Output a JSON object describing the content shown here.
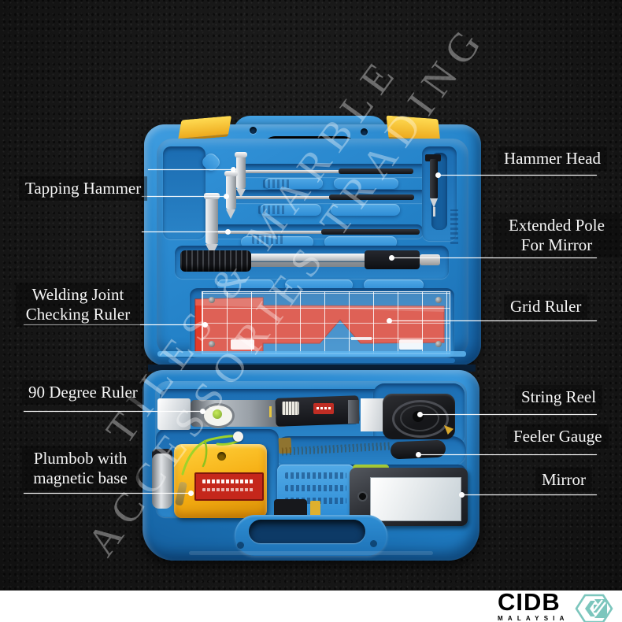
{
  "background": {
    "color": "#161616",
    "bottom_strip_color": "#ffffff"
  },
  "watermark": {
    "line1": "TILES & MARBLE",
    "line2": "ACCESSORIES TRADING",
    "color": "rgba(255,255,255,0.36)"
  },
  "callouts": {
    "tapping_hammer": {
      "label": "Tapping Hammer"
    },
    "hammer_head": {
      "label": "Hammer Head"
    },
    "extended_pole": {
      "lines": [
        "Extended Pole",
        "For Mirror"
      ]
    },
    "welding_joint": {
      "lines": [
        "Welding Joint",
        "Checking Ruler"
      ]
    },
    "grid_ruler": {
      "label": "Grid Ruler"
    },
    "ninety_degree": {
      "label": "90 Degree Ruler"
    },
    "string_reel": {
      "label": "String Reel"
    },
    "plumbob": {
      "lines": [
        "Plumbob with",
        "magnetic base"
      ]
    },
    "feeler_gauge": {
      "label": "Feeler Gauge"
    },
    "mirror": {
      "label": "Mirror"
    }
  },
  "logo": {
    "name": "CIDB",
    "subtitle": "MALAYSIA",
    "color": "#7cc6bd"
  },
  "case_colors": {
    "shell_blue": "#2382c9",
    "tray_blue": "#2a8bd1",
    "latch_yellow": "#f6c52f",
    "red_ruler": "#e23a28",
    "plumbob_yellow": "#f5b31f"
  }
}
